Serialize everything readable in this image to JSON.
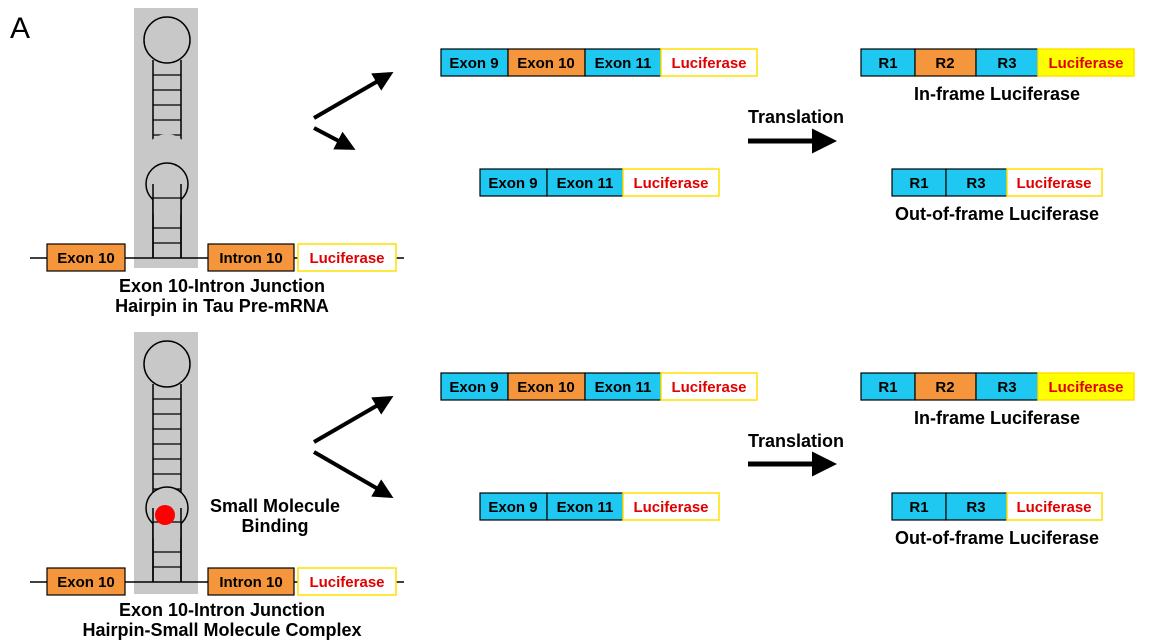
{
  "panel_label": "A",
  "colors": {
    "exon9": "#1ec8f0",
    "exon10": "#f5963c",
    "exon11": "#1ec8f0",
    "luciferase_text": "#e00000",
    "luciferase_box_border": "#ffe100",
    "luciferase_inframe_fill": "#ffff00",
    "stem_background": "#c8c8c8",
    "molecule": "#ff0000",
    "intron": "#f5963c"
  },
  "top": {
    "hairpin": {
      "exon_label": "Exon 10",
      "intron_label": "Intron 10",
      "luciferase_label": "Luciferase",
      "caption_line1": "Exon 10-Intron Junction",
      "caption_line2": "Hairpin in Tau Pre-mRNA"
    },
    "mrna_full": {
      "exons": [
        "Exon 9",
        "Exon 10",
        "Exon 11"
      ],
      "luciferase": "Luciferase"
    },
    "mrna_skip": {
      "exons": [
        "Exon 9",
        "Exon 11"
      ],
      "luciferase": "Luciferase"
    },
    "translation_label": "Translation",
    "protein_full": {
      "repeats": [
        "R1",
        "R2",
        "R3"
      ],
      "luciferase": "Luciferase",
      "caption": "In-frame Luciferase"
    },
    "protein_skip": {
      "repeats": [
        "R1",
        "R3"
      ],
      "luciferase": "Luciferase",
      "caption": "Out-of-frame Luciferase"
    }
  },
  "bottom": {
    "hairpin": {
      "exon_label": "Exon 10",
      "intron_label": "Intron 10",
      "luciferase_label": "Luciferase",
      "caption_line1": "Exon 10-Intron Junction",
      "caption_line2": "Hairpin-Small Molecule Complex"
    },
    "binding_label_line1": "Small Molecule",
    "binding_label_line2": "Binding",
    "mrna_full": {
      "exons": [
        "Exon 9",
        "Exon 10",
        "Exon 11"
      ],
      "luciferase": "Luciferase"
    },
    "mrna_skip": {
      "exons": [
        "Exon 9",
        "Exon 11"
      ],
      "luciferase": "Luciferase"
    },
    "translation_label": "Translation",
    "protein_full": {
      "repeats": [
        "R1",
        "R2",
        "R3"
      ],
      "luciferase": "Luciferase",
      "caption": "In-frame Luciferase"
    },
    "protein_skip": {
      "repeats": [
        "R1",
        "R3"
      ],
      "luciferase": "Luciferase",
      "caption": "Out-of-frame Luciferase"
    }
  }
}
